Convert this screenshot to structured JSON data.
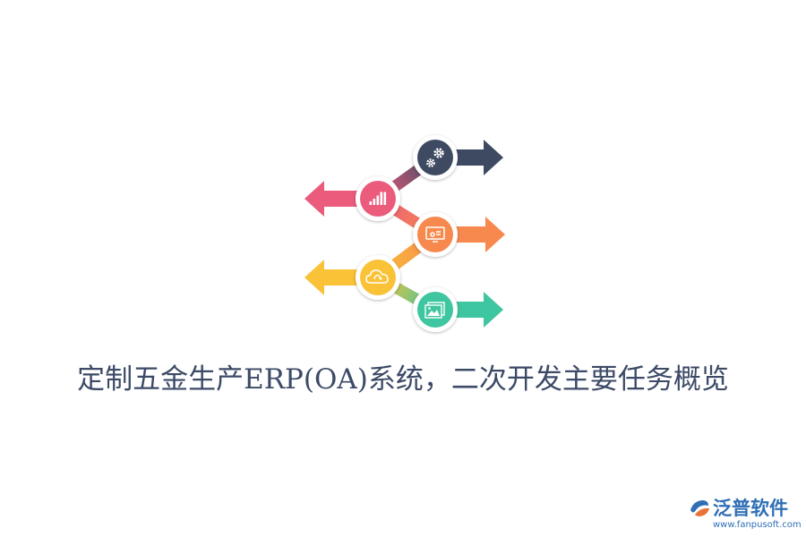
{
  "title": "定制五金生产ERP(OA)系统，二次开发主要任务概览",
  "brand": {
    "name": "泛普软件",
    "url": "www.fanpusoft.com"
  },
  "colors": {
    "title": "#3c4a66",
    "navy": "#3e4a62",
    "pink": "#ea5b7c",
    "orange": "#f7894f",
    "yellow": "#f9c237",
    "teal": "#3ec6a0",
    "brand": "#2f6fb5"
  },
  "steps": [
    {
      "icon": "gears-icon",
      "direction": "right",
      "color": "#3e4a62"
    },
    {
      "icon": "bar-chart-icon",
      "direction": "left",
      "color": "#ea5b7c"
    },
    {
      "icon": "screen-icon",
      "direction": "right",
      "color": "#f7894f"
    },
    {
      "icon": "cloud-icon",
      "direction": "left",
      "color": "#f9c237"
    },
    {
      "icon": "picture-icon",
      "direction": "right",
      "color": "#3ec6a0"
    }
  ]
}
